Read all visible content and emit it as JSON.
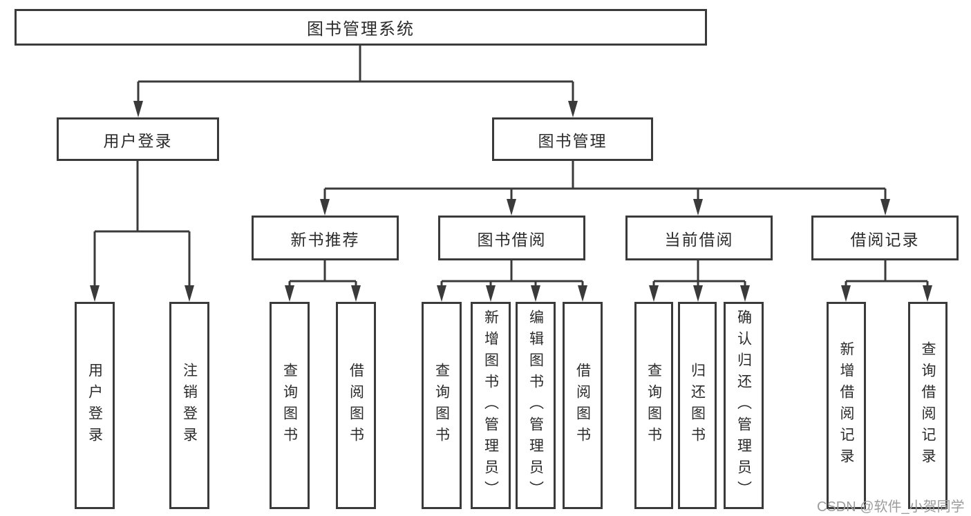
{
  "diagram": {
    "title": "图书管理系统",
    "root": {
      "label": "图书管理系统"
    },
    "level2": [
      {
        "label": "用户登录"
      },
      {
        "label": "图书管理"
      }
    ],
    "level3": [
      {
        "label": "新书推荐"
      },
      {
        "label": "图书借阅"
      },
      {
        "label": "当前借阅"
      },
      {
        "label": "借阅记录"
      }
    ],
    "leaves": [
      {
        "label": "用户登录",
        "parent": "用户登录"
      },
      {
        "label": "注销登录",
        "parent": "用户登录"
      },
      {
        "label": "查询图书",
        "parent": "新书推荐"
      },
      {
        "label": "借阅图书",
        "parent": "新书推荐"
      },
      {
        "label": "查询图书",
        "parent": "图书借阅"
      },
      {
        "label": "新增图书（管理员）",
        "parent": "图书借阅"
      },
      {
        "label": "编辑图书（管理员）",
        "parent": "图书借阅"
      },
      {
        "label": "借阅图书",
        "parent": "图书借阅"
      },
      {
        "label": "查询图书",
        "parent": "当前借阅"
      },
      {
        "label": "归还图书",
        "parent": "当前借阅"
      },
      {
        "label": "确认归还（管理员）",
        "parent": "当前借阅"
      },
      {
        "label": "新增借阅记录",
        "parent": "借阅记录"
      },
      {
        "label": "查询借阅记录",
        "parent": "借阅记录"
      }
    ]
  },
  "watermark": {
    "text": "CSDN @软件_小贺同学"
  },
  "colors": {
    "line": "#3a3a3a",
    "box_border": "#3a3a3a",
    "text": "#2b2b2b",
    "background": "#ffffff",
    "watermark": "#9c9c9c"
  }
}
